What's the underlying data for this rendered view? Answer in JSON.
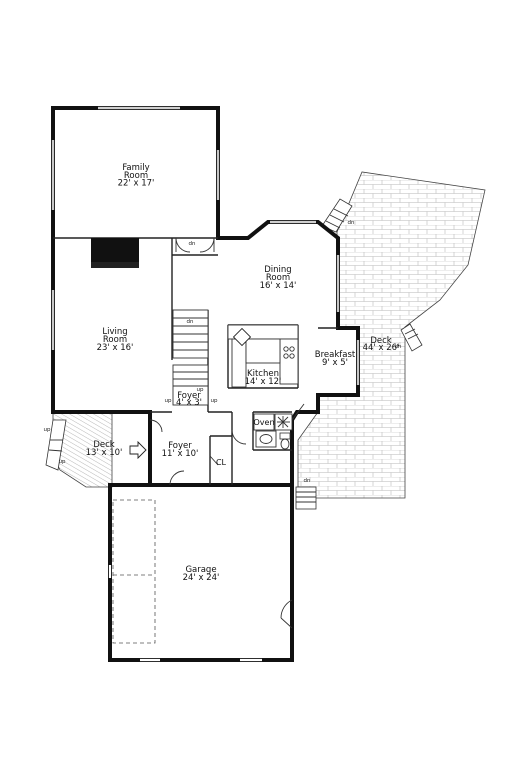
{
  "rooms": {
    "family_room": {
      "name_line1": "Family",
      "name_line2": "Room",
      "dims": "22' x 17'"
    },
    "dining_room": {
      "name_line1": "Dining",
      "name_line2": "Room",
      "dims": "16' x 14'"
    },
    "living_room": {
      "name_line1": "Living",
      "name_line2": "Room",
      "dims": "23' x 16'"
    },
    "kitchen": {
      "name": "Kitchen",
      "dims": "14' x 12'"
    },
    "breakfast": {
      "name": "Breakfast",
      "dims": "9' x 5'"
    },
    "deck_large": {
      "name": "Deck",
      "dims": "44' x 26'"
    },
    "foyer_inner": {
      "name": "Foyer",
      "dims": "4' x 3'"
    },
    "deck_small": {
      "name": "Deck",
      "dims": "13' x 10'"
    },
    "foyer_entry": {
      "name": "Foyer",
      "dims": "11' x 10'"
    },
    "closet": {
      "name": "CL"
    },
    "oven": {
      "name": "Oven"
    },
    "garage": {
      "name": "Garage",
      "dims": "24' x 24'"
    }
  },
  "stair_labels": {
    "dn": "dn",
    "up": "up"
  },
  "colors": {
    "wall": "#111111",
    "deck_pattern": "#b8b8b8",
    "background": "#ffffff"
  }
}
